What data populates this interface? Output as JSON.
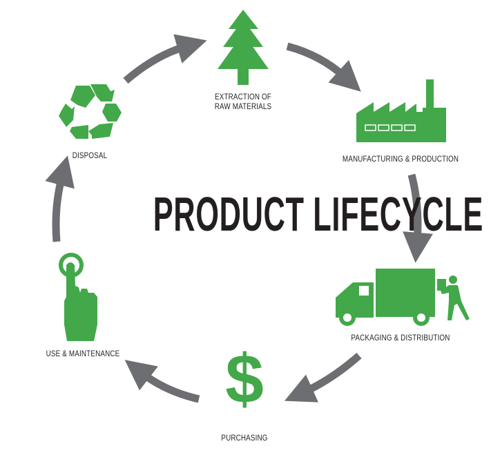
{
  "title": "PRODUCT LIFECYCLE",
  "colors": {
    "icon_green": "#43a84a",
    "arrow_gray": "#6d6e71",
    "text": "#231f20",
    "background": "#ffffff"
  },
  "stages": [
    {
      "id": "extraction",
      "label_line1": "EXTRACTION OF",
      "label_line2": "RAW MATERIALS",
      "icon": "tree-icon"
    },
    {
      "id": "manufacturing",
      "label": "MANUFACTURING & PRODUCTION",
      "icon": "factory-icon"
    },
    {
      "id": "distribution",
      "label": "PACKAGING & DISTRIBUTION",
      "icon": "delivery-truck-icon"
    },
    {
      "id": "purchasing",
      "label": "PURCHASING",
      "icon": "dollar-sign-icon"
    },
    {
      "id": "use",
      "label": "USE & MAINTENANCE",
      "icon": "hand-pressing-power-button-icon"
    },
    {
      "id": "disposal",
      "label": "DISPOSAL",
      "icon": "recycle-icon"
    }
  ],
  "arrows": [
    {
      "from": "disposal",
      "to": "extraction"
    },
    {
      "from": "extraction",
      "to": "manufacturing"
    },
    {
      "from": "manufacturing",
      "to": "distribution"
    },
    {
      "from": "distribution",
      "to": "purchasing"
    },
    {
      "from": "purchasing",
      "to": "use"
    },
    {
      "from": "use",
      "to": "disposal"
    }
  ]
}
